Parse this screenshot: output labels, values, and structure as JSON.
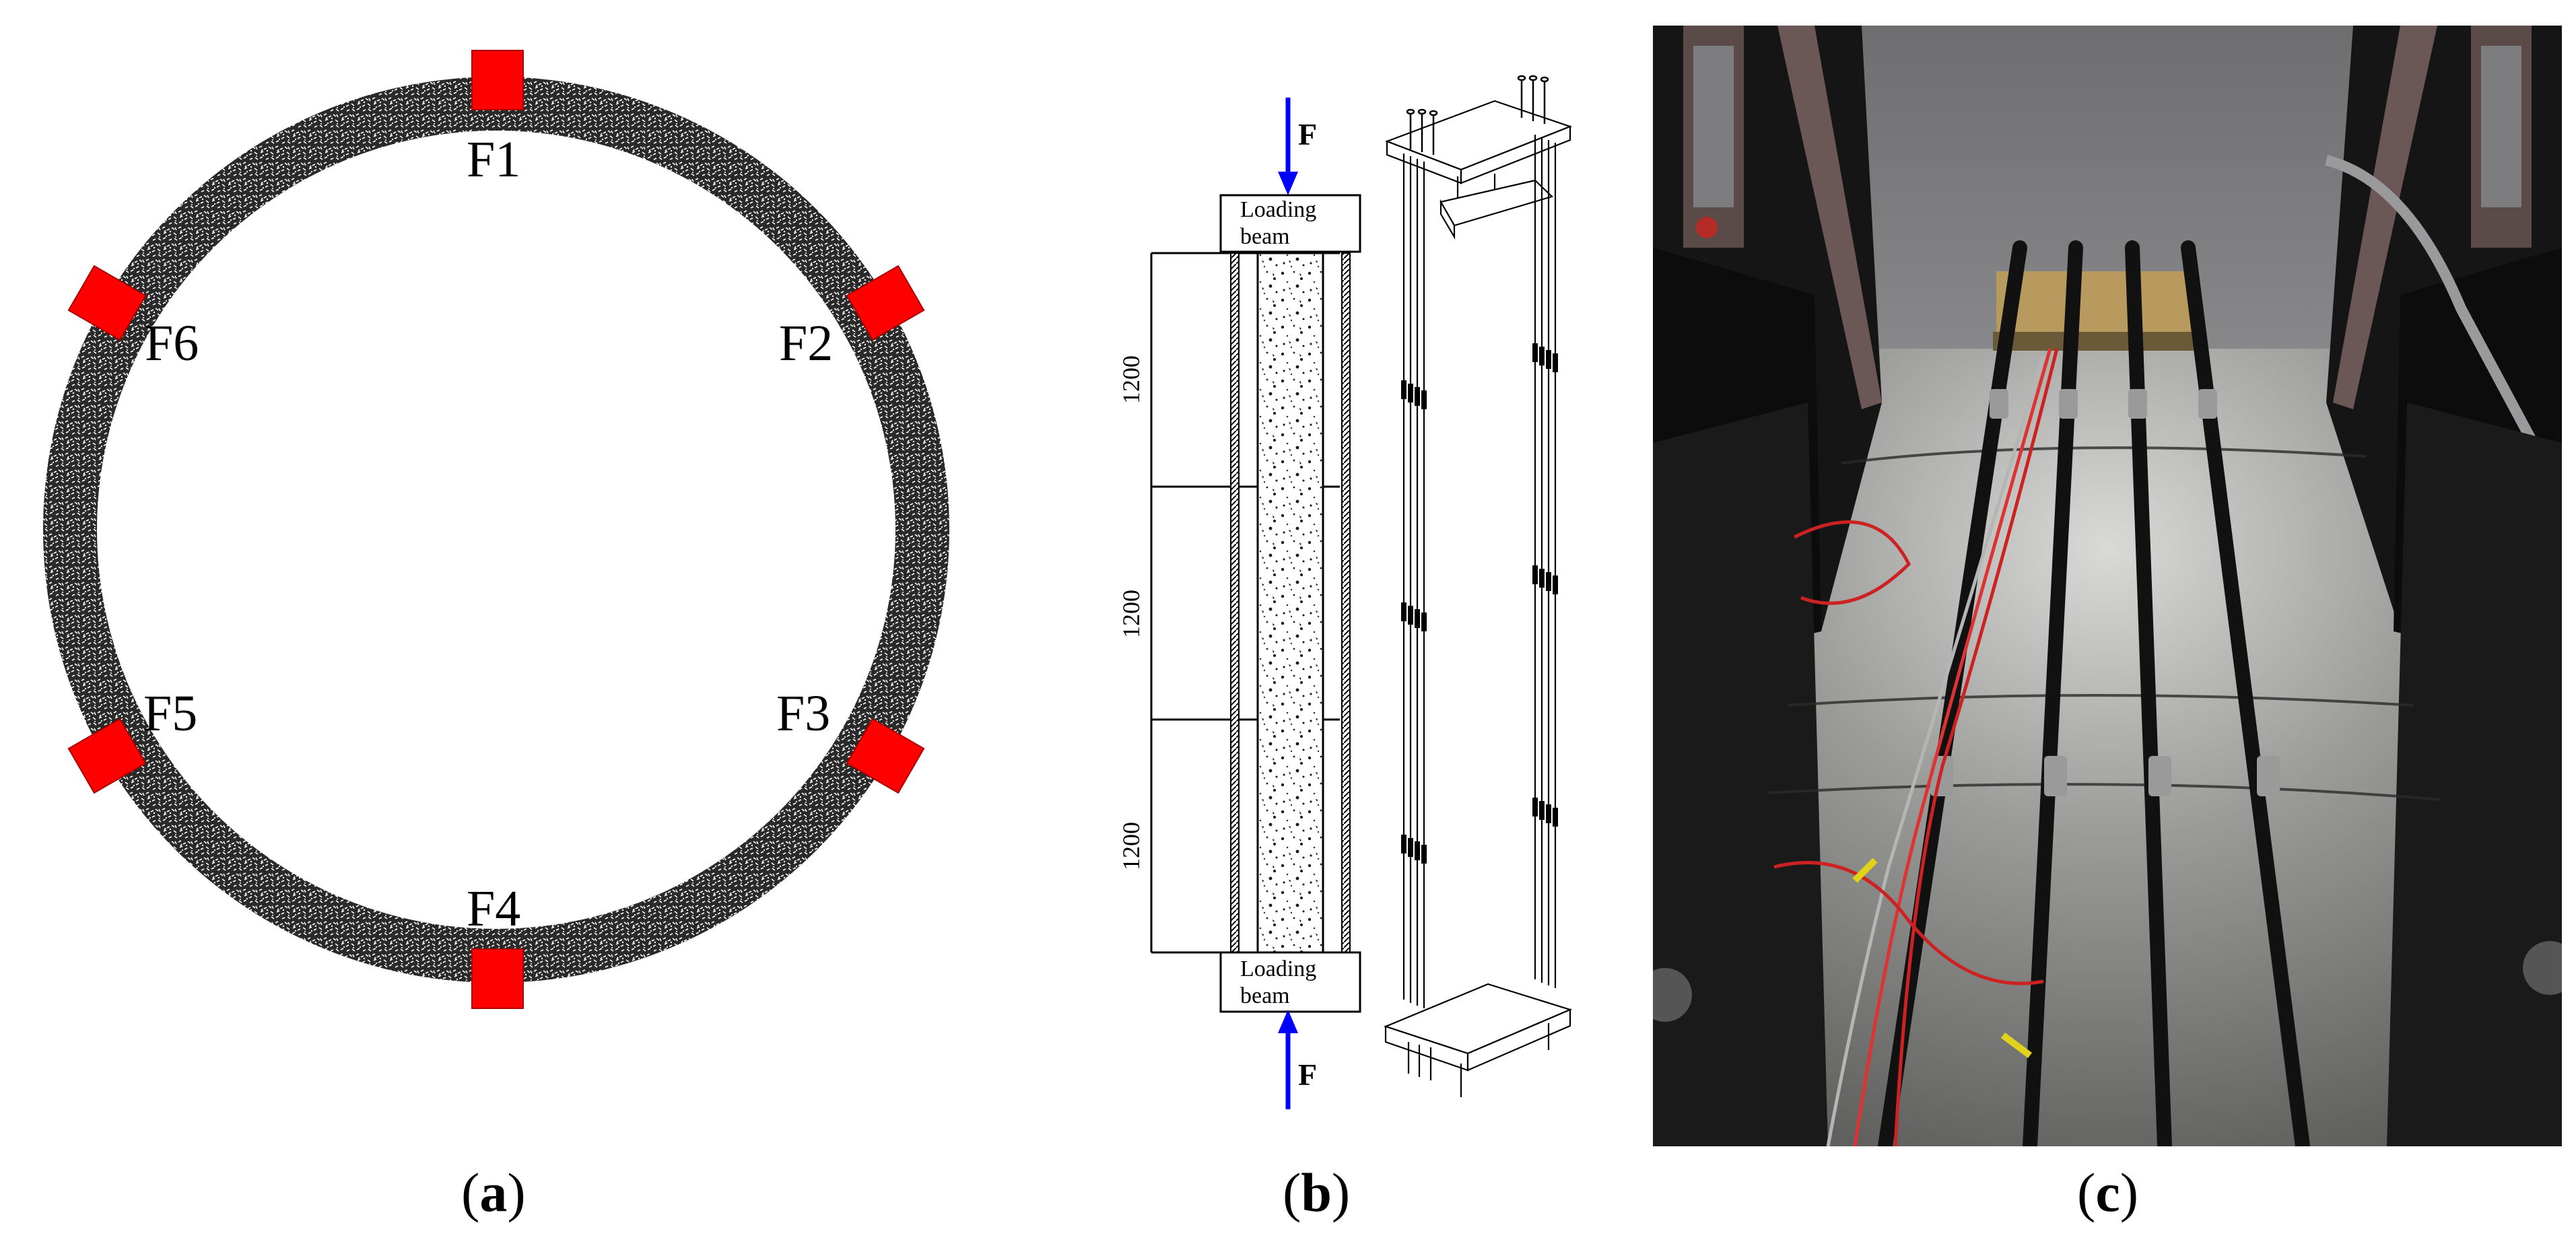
{
  "panel_a": {
    "markers": [
      "F1",
      "F2",
      "F3",
      "F4",
      "F5",
      "F6"
    ],
    "marker_color": "#ff0000",
    "ring_color": "#222222"
  },
  "panel_b": {
    "load_label_top": "F",
    "load_label_bottom": "F",
    "beam_top_line1": "Loading",
    "beam_top_line2": "beam",
    "beam_bottom_line1": "Loading",
    "beam_bottom_line2": "beam",
    "segment_dims": [
      "1200",
      "1200",
      "1200"
    ],
    "arrow_color": "#0000ff"
  },
  "panel_c": {
    "photo_description": "photo"
  },
  "captions": {
    "a_open": "(",
    "a_letter": "a",
    "a_close": ")",
    "b_open": "(",
    "b_letter": "b",
    "b_close": ")",
    "c_open": "(",
    "c_letter": "c",
    "c_close": ")"
  }
}
